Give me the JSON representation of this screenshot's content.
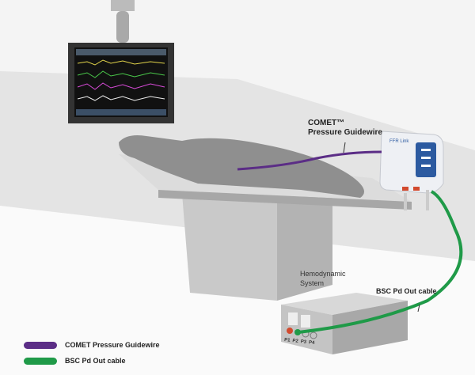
{
  "labels": {
    "guidewire": "COMET™",
    "guidewire_line2": "Pressure Guidewire",
    "device": "FFR Link",
    "hemodynamic": "Hemodynamic",
    "hemodynamic_line2": "System",
    "cable": "BSC Pd Out cable",
    "ports": [
      "P1",
      "P2",
      "P3",
      "P4"
    ]
  },
  "legend": [
    {
      "label": "COMET Pressure Guidewire",
      "color": "#5b2d86"
    },
    {
      "label": "BSC Pd Out cable",
      "color": "#1f9a48"
    }
  ]
}
